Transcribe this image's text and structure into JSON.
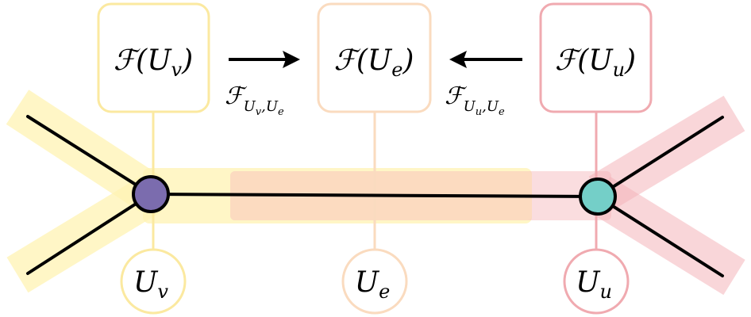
{
  "nodes": {
    "v": {
      "fill": "#7b6cae"
    },
    "u": {
      "fill": "#74cfc8"
    }
  },
  "colors": {
    "yellow": "#fff3b3",
    "yellow_stroke": "#fbe9a0",
    "peach": "#fcdcc0",
    "peach_stroke": "#fadbbf",
    "pink": "#f4b4b9",
    "pink_stroke": "#f0aab0",
    "edge": "#000000"
  },
  "stalks": {
    "F_v": {
      "main": "ℱ(U",
      "sub": "v",
      "tail": ")"
    },
    "F_e": {
      "main": "ℱ(U",
      "sub": "e",
      "tail": ")"
    },
    "F_u": {
      "main": "ℱ(U",
      "sub": "u",
      "tail": ")"
    }
  },
  "opens": {
    "U_v": {
      "main": "U",
      "sub": "v"
    },
    "U_e": {
      "main": "U",
      "sub": "e"
    },
    "U_u": {
      "main": "U",
      "sub": "u"
    }
  },
  "restrictions": {
    "left": {
      "main": "ℱ",
      "sub1": "U",
      "sub1s": "v",
      "sep": ",",
      "sub2": "U",
      "sub2s": "e"
    },
    "right": {
      "main": "ℱ",
      "sub1": "U",
      "sub1s": "u",
      "sep": ",",
      "sub2": "U",
      "sub2s": "e"
    }
  }
}
